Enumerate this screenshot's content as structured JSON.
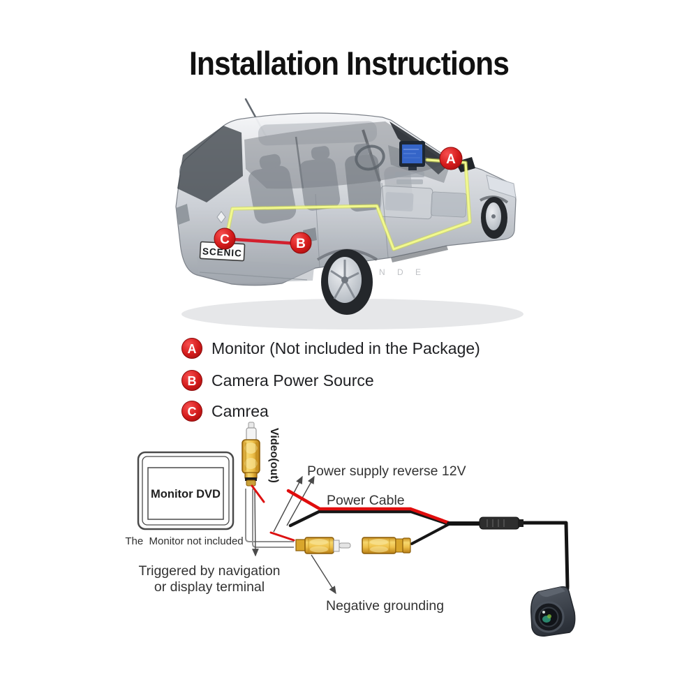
{
  "title": "Installation Instructions",
  "legend": {
    "items": [
      {
        "key": "A",
        "label": "Monitor (Not included in the Package)"
      },
      {
        "key": "B",
        "label": "Camera Power Source"
      },
      {
        "key": "C",
        "label": "Camrea"
      }
    ]
  },
  "car": {
    "badges": {
      "a": "A",
      "b": "B",
      "c": "C"
    },
    "license_plate": "SCENIC",
    "watermark": "N D E"
  },
  "wiring": {
    "monitor_label": "Monitor DVD",
    "monitor_note": "The  Monitor not included",
    "video_out": "Video(out)",
    "power_supply": "Power supply reverse 12V",
    "power_cable": "Power Cable",
    "trigger_line1": "Triggered by navigation",
    "trigger_line2": "or display terminal",
    "negative_grounding": "Negative grounding"
  },
  "colors": {
    "badge_red": "#cc1616",
    "cable_yellow": "#ecf478",
    "wire_red": "#e00d0d",
    "wire_black": "#161616",
    "rca_gold": "#eec04a",
    "monitor_screen_blue": "#3565c8"
  }
}
